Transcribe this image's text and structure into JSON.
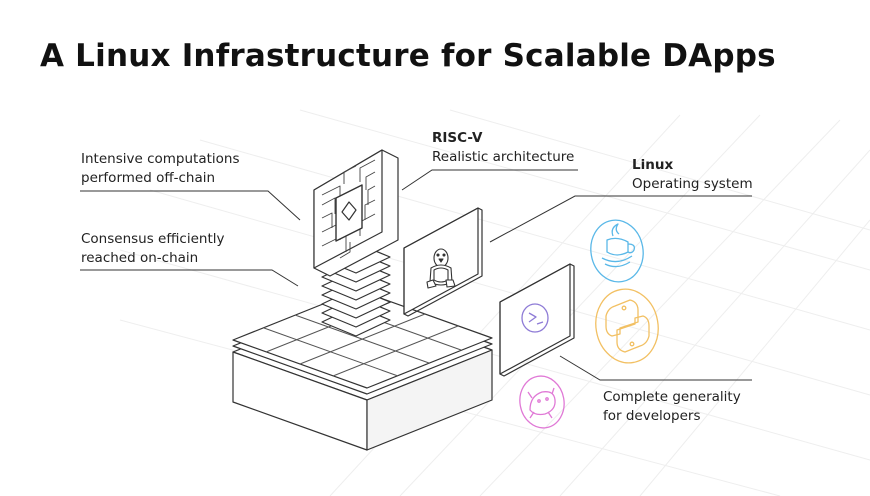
{
  "title": "A Linux Infrastructure for Scalable DApps",
  "callouts": {
    "offchain": {
      "line1": "Intensive computations",
      "line2": "performed off-chain"
    },
    "onchain": {
      "line1": "Consensus efficiently",
      "line2": "reached on-chain"
    },
    "riscv": {
      "name": "RISC-V",
      "desc": "Realistic architecture"
    },
    "linux": {
      "name": "Linux",
      "desc": "Operating system"
    },
    "devs": {
      "line1": "Complete generality",
      "line2": "for developers"
    }
  },
  "colors": {
    "java": "#5ab8e8",
    "python": "#f2c063",
    "rust": "#e079d6",
    "terminal": "#8e7bd6",
    "line": "#333333"
  },
  "icons": [
    "java-logo-icon",
    "python-logo-icon",
    "rust-crab-icon",
    "terminal-prompt-icon",
    "linux-tux-icon",
    "cpu-chip-icon"
  ]
}
